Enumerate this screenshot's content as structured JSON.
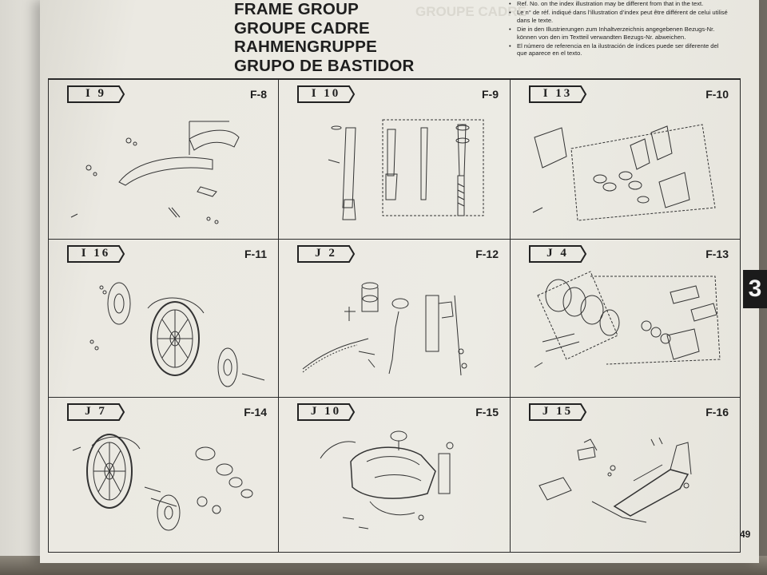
{
  "header": {
    "titles": [
      "FRAME GROUP",
      "GROUPE CADRE",
      "RAHMENGRUPPE",
      "GRUPO DE BASTIDOR"
    ],
    "notes": [
      "Ref. No. on the index illustration may be different from that in the text.",
      "Le n° de réf. indiqué dans l’illustration d’index peut être différent de celui utilisé dans le texte.",
      "Die in den Illustrierungen zum Inhaltverzeichnis angegebenen Bezugs-Nr. können von den im Textteil verwandten Bezugs-Nr. abweichen.",
      "El número de referencia en la ilustración de índices puede ser diferente del que aparece en el texto."
    ]
  },
  "index": [
    {
      "ref": "I 9",
      "figure": "F-8",
      "icon": "front-fender-drawing"
    },
    {
      "ref": "I 10",
      "figure": "F-9",
      "icon": "front-fork-drawing"
    },
    {
      "ref": "I 13",
      "figure": "F-10",
      "icon": "front-brake-caliper-drawing"
    },
    {
      "ref": "I 16",
      "figure": "F-11",
      "icon": "front-wheel-drawing"
    },
    {
      "ref": "J 2",
      "figure": "F-12",
      "icon": "rear-brake-master-cylinder-drawing"
    },
    {
      "ref": "J 4",
      "figure": "F-13",
      "icon": "rear-brake-caliper-drawing"
    },
    {
      "ref": "J 7",
      "figure": "F-14",
      "icon": "rear-wheel-drawing"
    },
    {
      "ref": "J 10",
      "figure": "F-15",
      "icon": "fuel-tank-drawing"
    },
    {
      "ref": "J 15",
      "figure": "F-16",
      "icon": "seat-rail-drawing"
    }
  ],
  "side_tab": "3",
  "page_number": "49"
}
